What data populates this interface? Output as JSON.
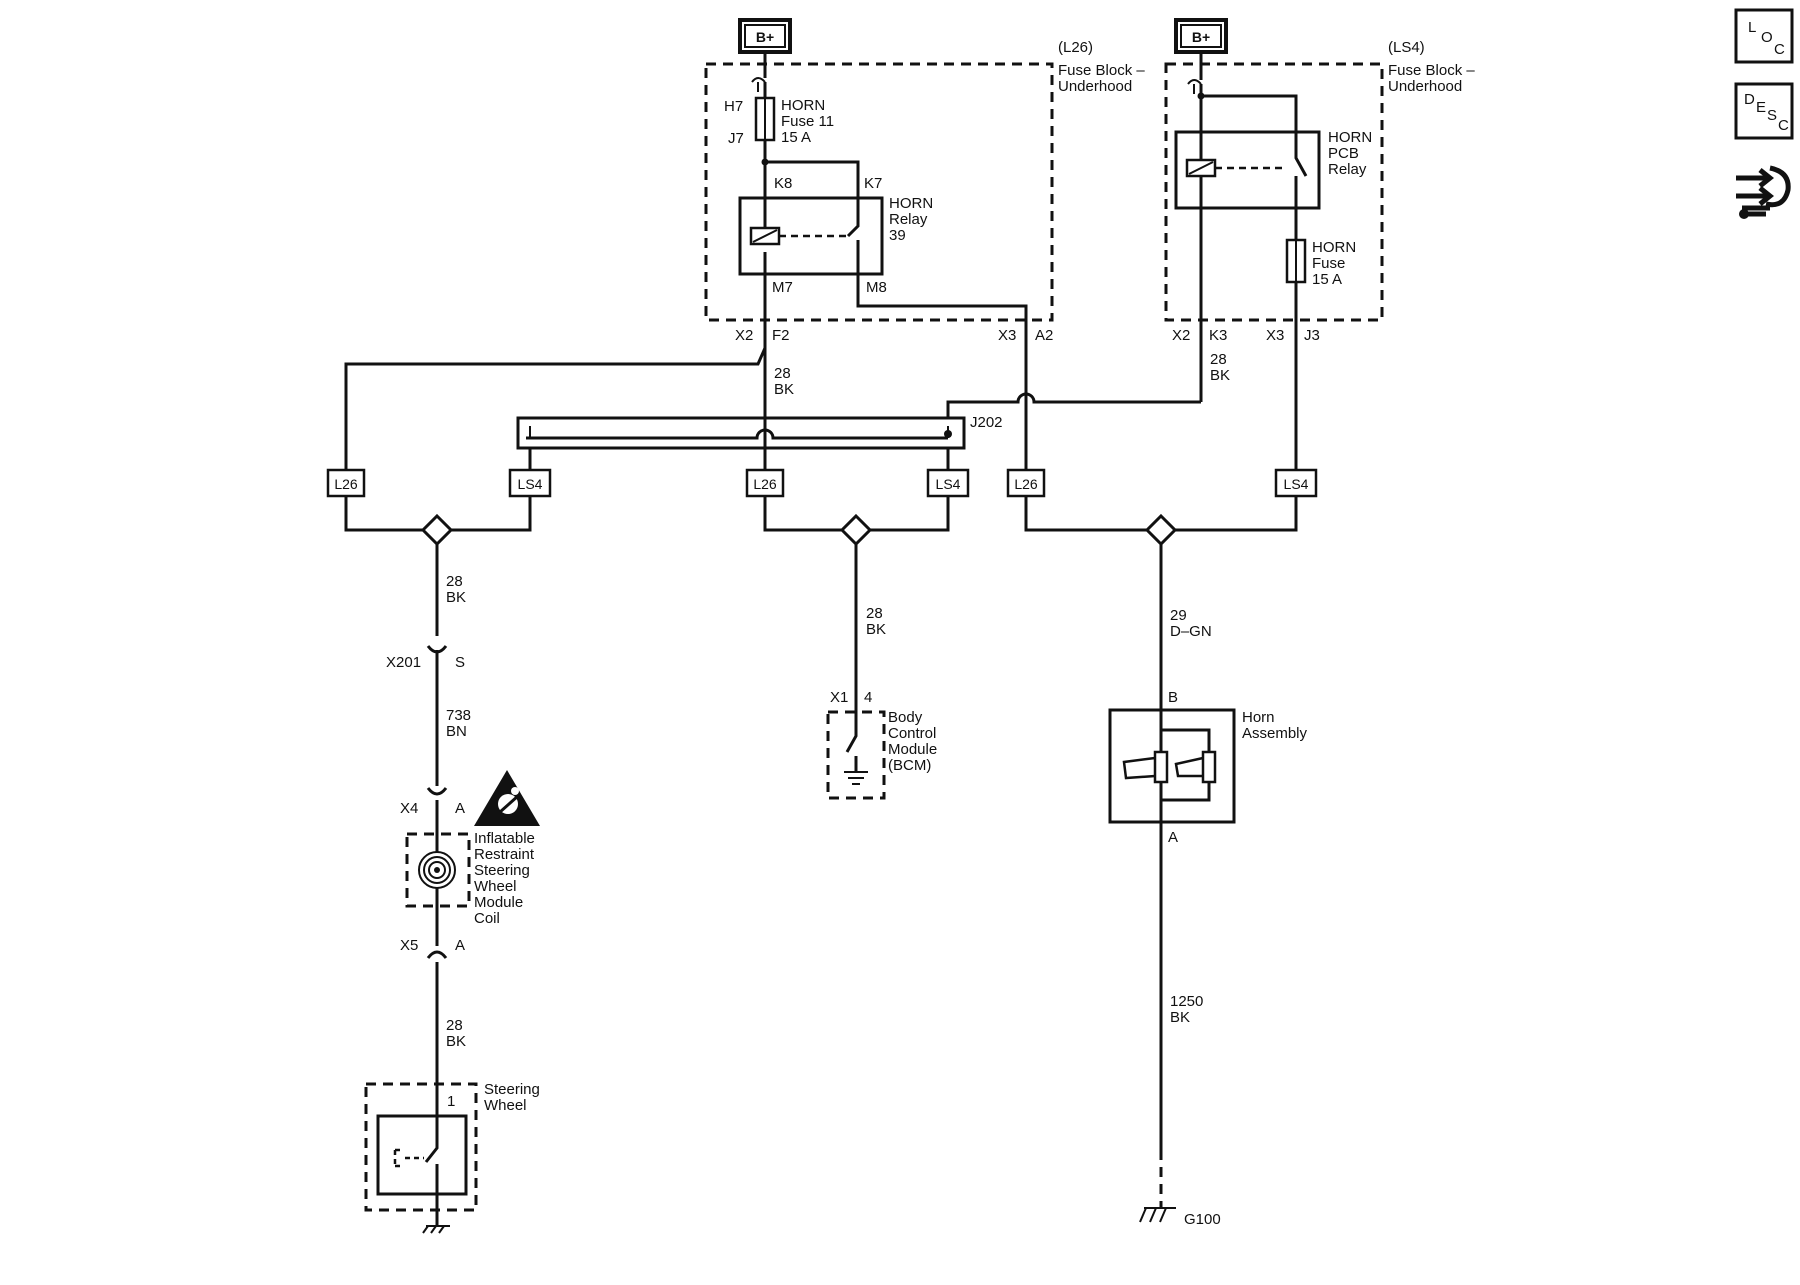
{
  "power": {
    "b_plus": "B+"
  },
  "fuse_block_l26": {
    "option": "(L26)",
    "title_1": "Fuse Block –",
    "title_2": "Underhood",
    "pin_h7": "H7",
    "pin_j7": "J7",
    "fuse_1": "HORN",
    "fuse_2": "Fuse 11",
    "fuse_3": "15 A",
    "pin_k8": "K8",
    "pin_k7": "K7",
    "relay_1": "HORN",
    "relay_2": "Relay",
    "relay_3": "39",
    "pin_m7": "M7",
    "pin_m8": "M8",
    "conn_x2": "X2",
    "conn_f2": "F2",
    "conn_x3": "X3",
    "conn_a2": "A2"
  },
  "fuse_block_ls4": {
    "option": "(LS4)",
    "title_1": "Fuse Block –",
    "title_2": "Underhood",
    "relay_1": "HORN",
    "relay_2": "PCB",
    "relay_3": "Relay",
    "fuse_1": "HORN",
    "fuse_2": "Fuse",
    "fuse_3": "15 A",
    "conn_x2": "X2",
    "conn_k3": "K3",
    "conn_x3": "X3",
    "conn_j3": "J3"
  },
  "wires": {
    "w28bk_a_num": "28",
    "w28bk_a_col": "BK",
    "w28bk_b_num": "28",
    "w28bk_b_col": "BK",
    "w28bk_c_num": "28",
    "w28bk_c_col": "BK",
    "w28bk_d_num": "28",
    "w28bk_d_col": "BK",
    "w738bn_num": "738",
    "w738bn_col": "BN",
    "w28bk_e_num": "28",
    "w28bk_e_col": "BK",
    "w29dgn_num": "29",
    "w29dgn_col": "D–GN",
    "w1250bk_num": "1250",
    "w1250bk_col": "BK"
  },
  "splice": {
    "j202": "J202"
  },
  "option_tags": [
    "L26",
    "LS4",
    "L26",
    "LS4",
    "L26",
    "LS4"
  ],
  "steering": {
    "x201": "X201",
    "x201_pin": "S",
    "x4": "X4",
    "x4_pin": "A",
    "coil_1": "Inflatable",
    "coil_2": "Restraint",
    "coil_3": "Steering",
    "coil_4": "Wheel",
    "coil_5": "Module",
    "coil_6": "Coil",
    "x5": "X5",
    "x5_pin": "A",
    "sw_pin": "1",
    "sw_1": "Steering",
    "sw_2": "Wheel"
  },
  "bcm": {
    "conn": "X1",
    "pin": "4",
    "line_1": "Body",
    "line_2": "Control",
    "line_3": "Module",
    "line_4": "(BCM)"
  },
  "horn": {
    "pin_b": "B",
    "pin_a": "A",
    "line_1": "Horn",
    "line_2": "Assembly",
    "ground": "G100"
  },
  "side_buttons": {
    "loc": [
      "L",
      "O",
      "C"
    ],
    "desc": [
      "D",
      "E",
      "S",
      "C"
    ]
  }
}
